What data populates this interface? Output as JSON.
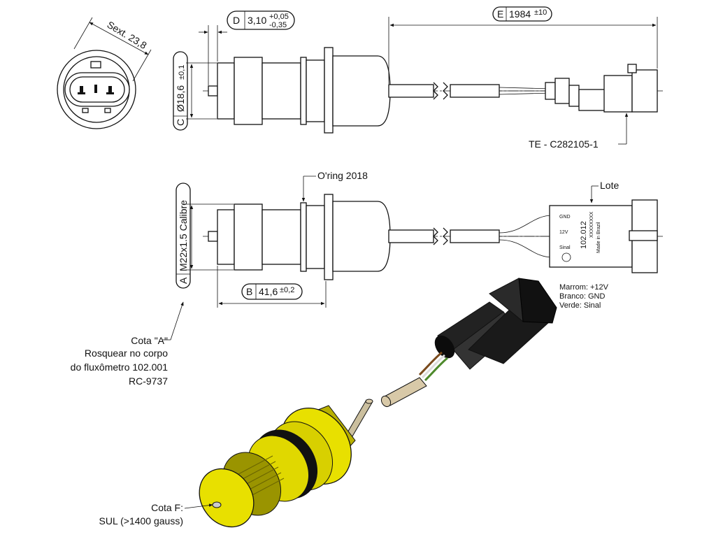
{
  "dimensions": {
    "hex": "Sext. 23,8",
    "d_letter": "D",
    "d_value": "3,10",
    "d_tol_plus": "+0,05",
    "d_tol_minus": "-0,35",
    "e_letter": "E",
    "e_value": "1984",
    "e_tol": "±10",
    "c_letter": "C",
    "c_value": "Ø18,6",
    "c_tol": "±0,1",
    "a_letter": "A",
    "a_value": "M22x1.5 Calibre",
    "b_letter": "B",
    "b_value": "41,6",
    "b_tol": "±0,2"
  },
  "callouts": {
    "connector": "TE - C282105-1",
    "oring": "O'ring 2018",
    "lot": "Lote"
  },
  "connector_label": {
    "gnd": "GND",
    "v12": "12V",
    "sinal": "Sinal",
    "part": "102.012",
    "lot_code": "XXXXXXXX",
    "made": "Made in Brazil"
  },
  "wires": {
    "brown": "Marrom: +12V",
    "white": "Branco: GND",
    "green": "Verde: Sinal"
  },
  "note_a": {
    "line1": "Cota \"A\"",
    "line2": "Rosquear no corpo",
    "line3": "do fluxômetro 102.001",
    "line4": "RC-9737"
  },
  "note_f": {
    "line1": "Cota F:",
    "line2": "SUL (>1400 gauss)"
  },
  "colors": {
    "yellow": "#e8e000",
    "yellow_dark": "#9a9400",
    "black": "#111111",
    "rod": "#d8c9a8"
  }
}
